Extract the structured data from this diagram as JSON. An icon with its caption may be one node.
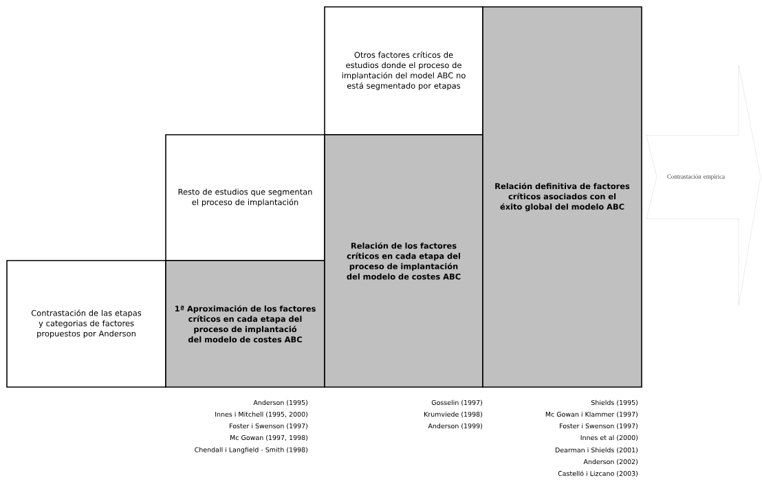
{
  "diagram": {
    "nodes": [
      {
        "text": [
          "Contrastación de las etapas y categorias de factores propuestos por Anderson"
        ]
      },
      {
        "text": [
          "Resto de estudios que segmentan el proceso de implantación"
        ]
      },
      {
        "text": [
          "1ª Aproximación de los factores críticos en cada etapa del proceso de implantació del modelo de costes ABC"
        ],
        "beside": [
          "Anderson (1995)",
          "Innes i Mitchell (1995, 2000)",
          "Foster i Swenson (1997)",
          "Mc Gowan (1997, 1998)",
          "Chendall i Langfield - Smith (1998)"
        ]
      },
      {
        "text": [
          "Otros factores críticos de estudios donde el proceso de implantación del model ABC no está segmentado por etapas"
        ]
      },
      {
        "text": [
          "Relación de los factores críticos en cada etapa del proceso de implantación del modelo de costes ABC"
        ],
        "beside": [
          "Gosselin (1997)",
          "Krumviede (1998)",
          "Anderson (1999)"
        ]
      },
      {
        "text": [
          "Relación definitiva de factores críticos asociados con el éxito global del modelo ABC"
        ],
        "beside": [
          "Shields (1995)",
          "Mc Gowan i Klammer (1997)",
          "Foster i Swenson (1997)",
          "Innes et al (2000)",
          "Dearman i Shields (2001)",
          "Anderson (2002)",
          "Castelló i Lizcano (2003)"
        ]
      },
      {
        "text": [
          "Contrastación empírica"
        ]
      }
    ]
  }
}
